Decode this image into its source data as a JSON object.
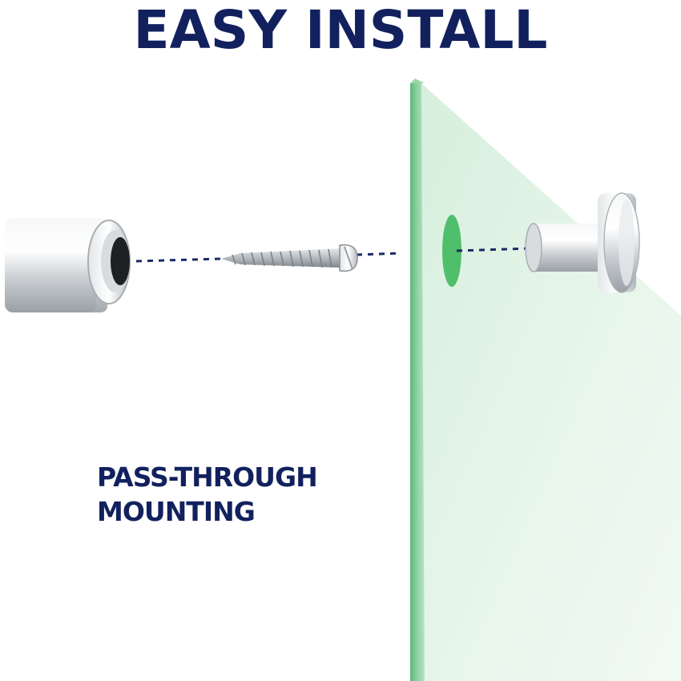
{
  "headline": "EASY INSTALL",
  "caption": {
    "line1": "PASS-THROUGH",
    "line2": "MOUNTING"
  },
  "colors": {
    "brand": "#12215e",
    "glass_face": "#e6f5ea",
    "glass_edge": "#6dc087",
    "hole": "#4fbf6c",
    "dashed_line": "#1a2a66",
    "metal": "#cfd3d6"
  },
  "icons": {
    "cap": "standoff-cap",
    "screw": "wood-screw",
    "panel": "glass-panel",
    "base": "standoff-base"
  }
}
